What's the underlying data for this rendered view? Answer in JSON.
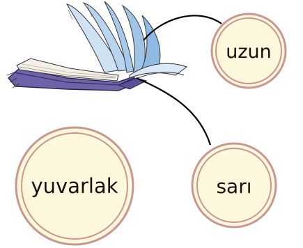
{
  "colors": {
    "circle_fill": "#fdf7dc",
    "circle_ring": "#c99690",
    "line": "#000000",
    "page_blue": "#9fc4e6",
    "cover_purple": "#6e63a8"
  },
  "illustration": {
    "icon": "open-book-icon"
  },
  "bubbles": {
    "uzun": {
      "label": "uzun"
    },
    "sari": {
      "label": "sarı"
    },
    "yuvarlak": {
      "label": "yuvarlak"
    }
  }
}
